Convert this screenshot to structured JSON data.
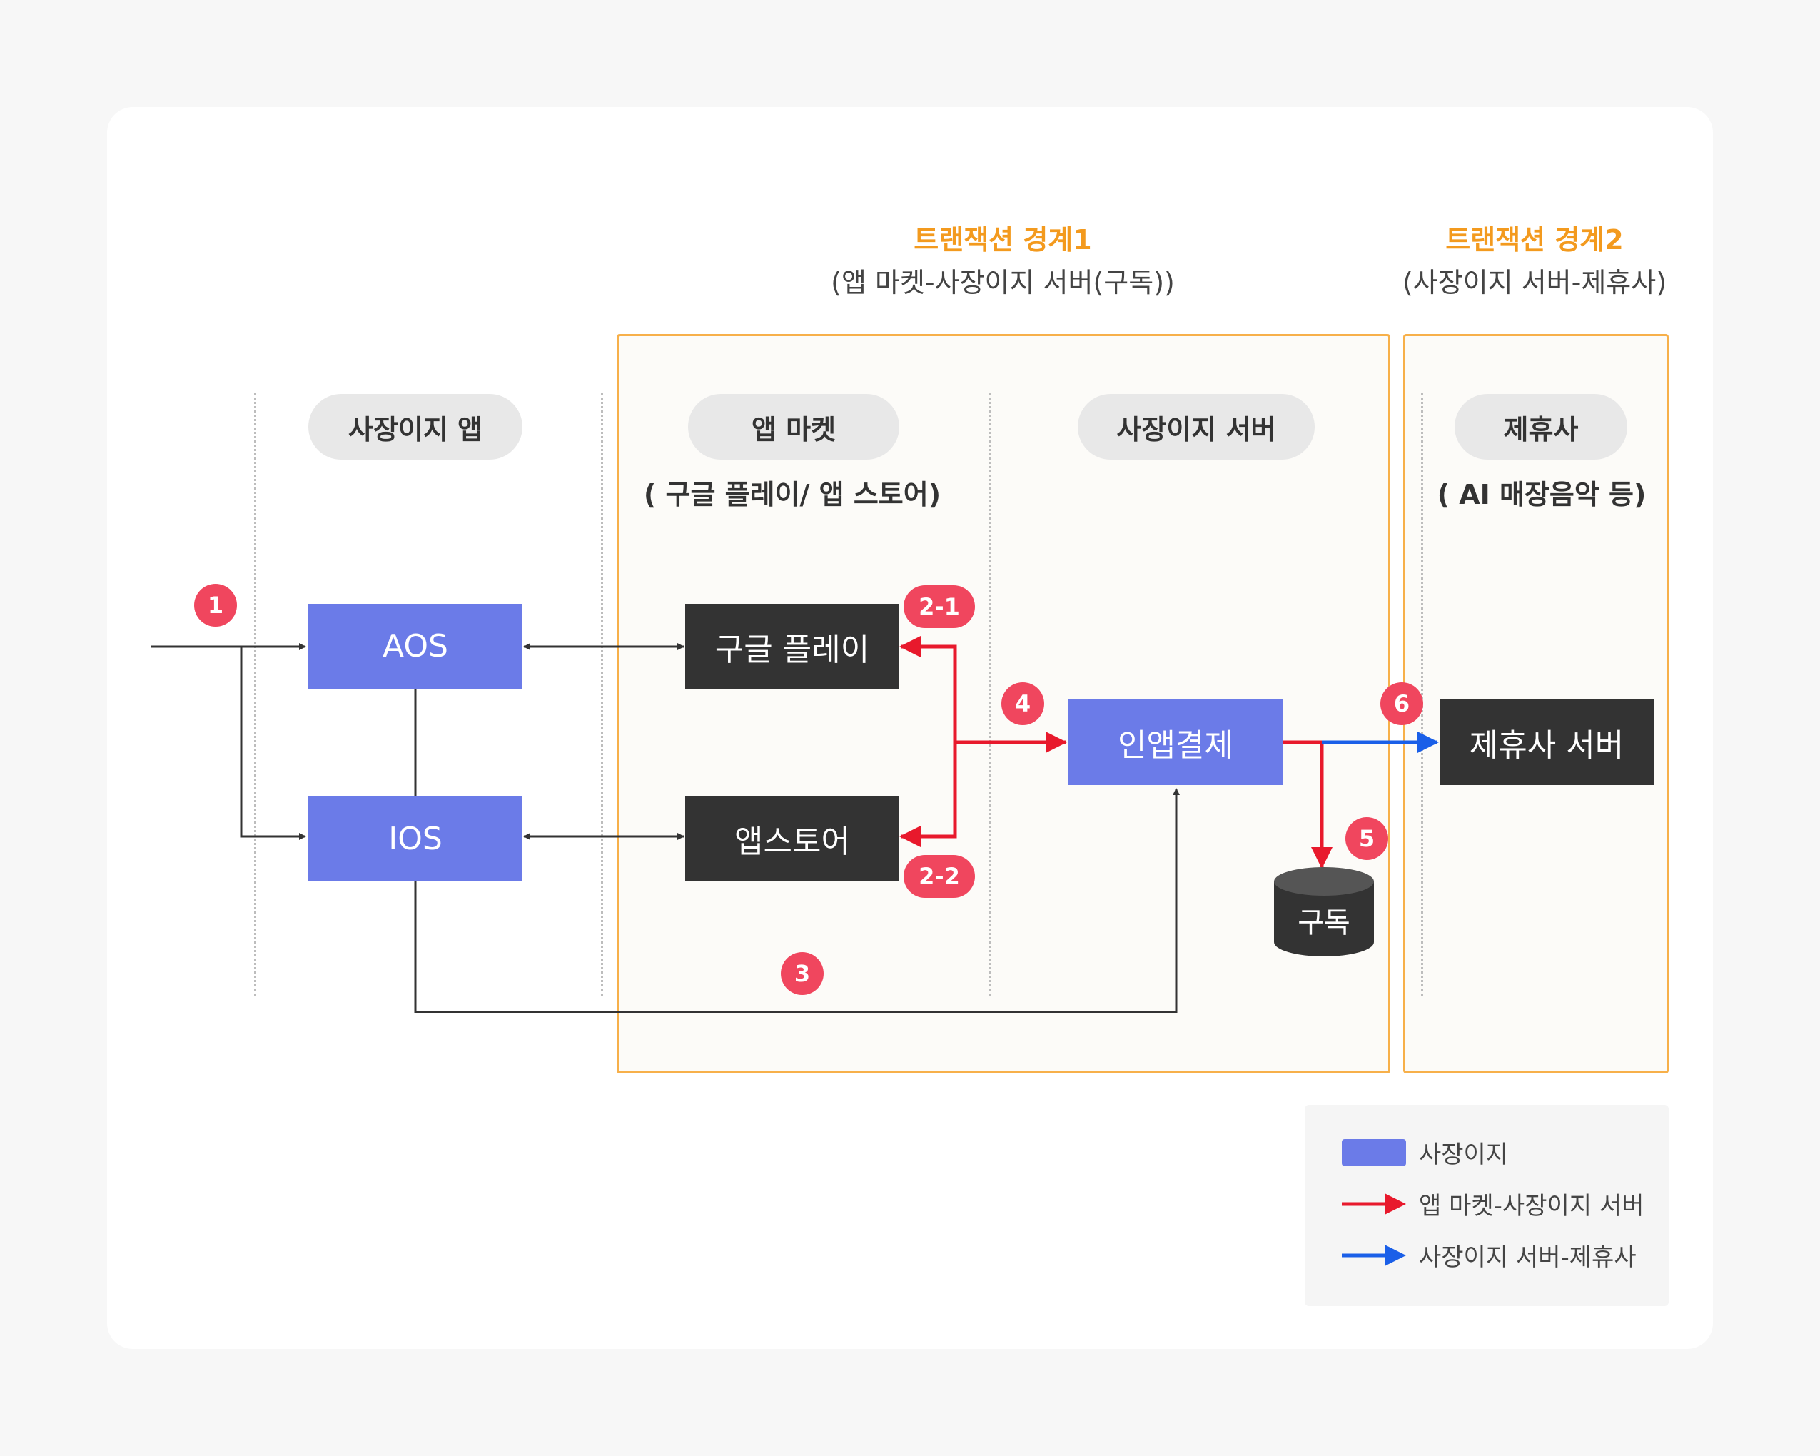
{
  "zones": [
    {
      "title": "트랜잭션 경계1",
      "subtitle": "(앱 마켓-사장이지 서버(구독))"
    },
    {
      "title": "트랜잭션 경계2",
      "subtitle": "(사장이지 서버-제휴사)"
    }
  ],
  "lanes": [
    {
      "label": "사장이지 앱",
      "sub": ""
    },
    {
      "label": "앱 마켓",
      "sub": "( 구글 플레이/ 앱 스토어)"
    },
    {
      "label": "사장이지 서버",
      "sub": ""
    },
    {
      "label": "제휴사",
      "sub": "( AI 매장음악 등)"
    }
  ],
  "nodes": {
    "aos": "AOS",
    "ios": "IOS",
    "google_play": "구글 플레이",
    "app_store": "앱스토어",
    "in_app_payment": "인앱결제",
    "partner_server": "제휴사 서버",
    "subscription_db": "구독"
  },
  "steps": [
    "1",
    "2-1",
    "2-2",
    "3",
    "4",
    "5",
    "6"
  ],
  "legend": [
    {
      "label": "사장이지",
      "kind": "box",
      "color": "#6b7be8"
    },
    {
      "label": "앱 마켓-사장이지 서버",
      "kind": "arrow",
      "color": "#e8192c"
    },
    {
      "label": "사장이지 서버-제휴사",
      "kind": "arrow",
      "color": "#1a5fe8"
    }
  ],
  "colors": {
    "sajangeasy": "#6b7be8",
    "external": "#333333",
    "red_flow": "#e8192c",
    "blue_flow": "#1a5fe8",
    "zone_border": "#f7b04a",
    "badge": "#f0465e"
  }
}
